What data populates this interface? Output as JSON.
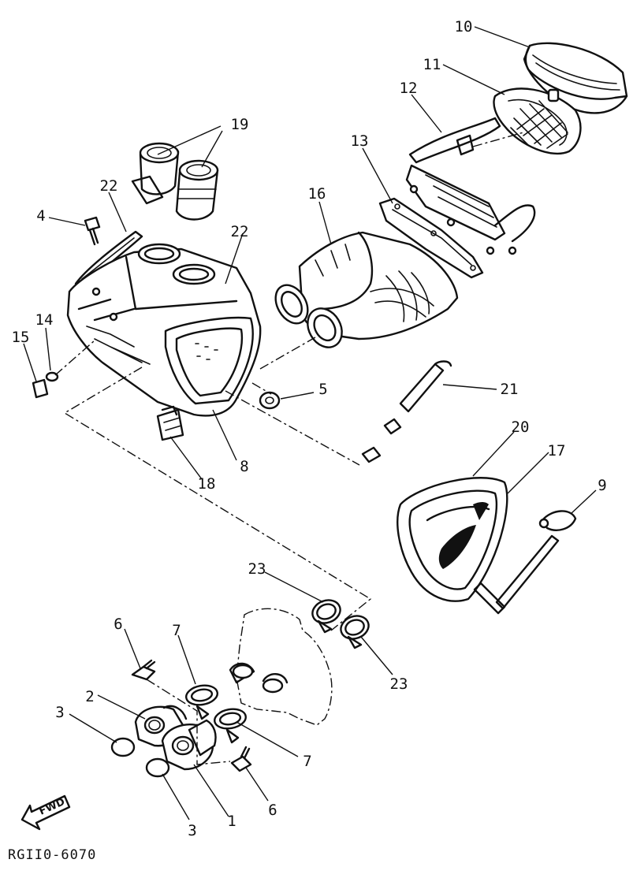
{
  "diagram": {
    "drawing_code": "RGII0-6070",
    "direction_label": "FWD",
    "callouts": [
      {
        "id": "c10",
        "text": "10"
      },
      {
        "id": "c11",
        "text": "11"
      },
      {
        "id": "c12",
        "text": "12"
      },
      {
        "id": "c13",
        "text": "13"
      },
      {
        "id": "c16",
        "text": "16"
      },
      {
        "id": "c19",
        "text": "19"
      },
      {
        "id": "c22a",
        "text": "22"
      },
      {
        "id": "c22b",
        "text": "22"
      },
      {
        "id": "c4",
        "text": "4"
      },
      {
        "id": "c14",
        "text": "14"
      },
      {
        "id": "c15",
        "text": "15"
      },
      {
        "id": "c5",
        "text": "5"
      },
      {
        "id": "c21",
        "text": "21"
      },
      {
        "id": "c8",
        "text": "8"
      },
      {
        "id": "c18",
        "text": "18"
      },
      {
        "id": "c20",
        "text": "20"
      },
      {
        "id": "c17",
        "text": "17"
      },
      {
        "id": "c9",
        "text": "9"
      },
      {
        "id": "c23a",
        "text": "23"
      },
      {
        "id": "c23b",
        "text": "23"
      },
      {
        "id": "c6a",
        "text": "6"
      },
      {
        "id": "c7a",
        "text": "7"
      },
      {
        "id": "c2",
        "text": "2"
      },
      {
        "id": "c3a",
        "text": "3"
      },
      {
        "id": "c7b",
        "text": "7"
      },
      {
        "id": "c6b",
        "text": "6"
      },
      {
        "id": "c3b",
        "text": "3"
      },
      {
        "id": "c1",
        "text": "1"
      }
    ]
  }
}
